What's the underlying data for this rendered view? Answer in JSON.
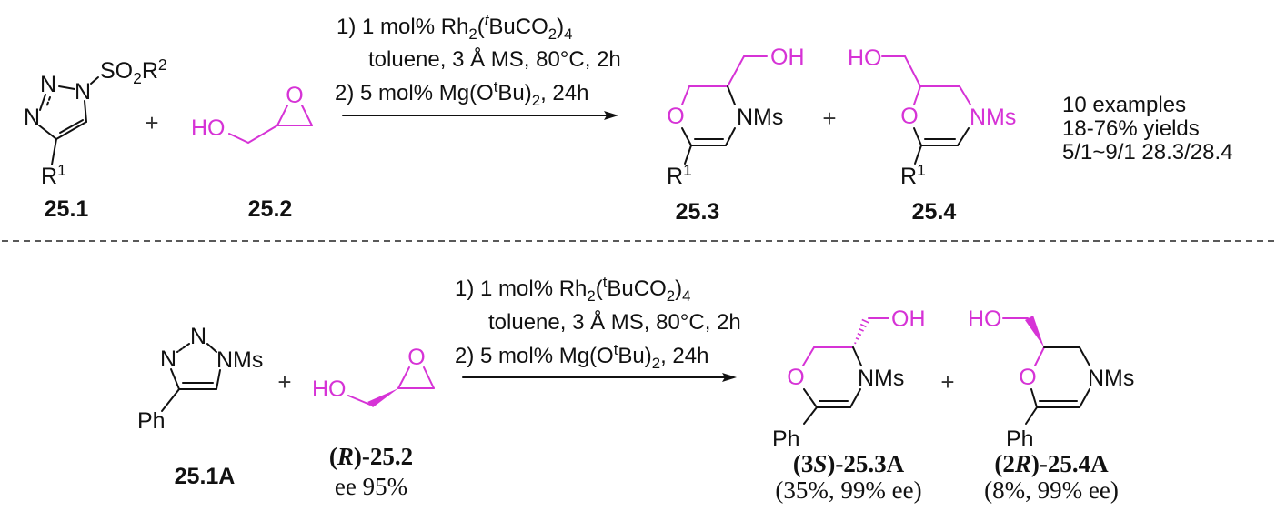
{
  "colors": {
    "highlight": "#d633d6",
    "ink": "#111111"
  },
  "plus": "+",
  "top_scheme": {
    "reactant1": {
      "substituent": [
        [
          "SO",
          ""
        ],
        [
          "2",
          "sub"
        ],
        [
          "R",
          ""
        ],
        [
          "2",
          "sup"
        ]
      ],
      "atoms": {
        "n": "N"
      },
      "r1": [
        [
          "R",
          ""
        ],
        [
          "1",
          "sup"
        ]
      ],
      "label": "25.1"
    },
    "reactant2": {
      "ho": "HO",
      "o": "O",
      "label": "25.2"
    },
    "conditions": {
      "line1": [
        [
          "1) 1 mol% Rh",
          ""
        ],
        [
          "2",
          "sub"
        ],
        [
          "(",
          ""
        ],
        [
          "t",
          "supi"
        ],
        [
          "BuCO",
          ""
        ],
        [
          "2",
          "sub"
        ],
        [
          ")",
          ""
        ],
        [
          "4",
          "sub"
        ]
      ],
      "line2": [
        [
          "toluene, 3 Å MS, 80°C, 2h",
          ""
        ]
      ],
      "line3": [
        [
          "2) 5 mol% Mg(O",
          ""
        ],
        [
          "t",
          "sup"
        ],
        [
          "Bu)",
          ""
        ],
        [
          "2",
          "sub"
        ],
        [
          ", 24h",
          ""
        ]
      ]
    },
    "product1": {
      "oh": "OH",
      "o": "O",
      "nms": "NMs",
      "r1": [
        [
          "R",
          ""
        ],
        [
          "1",
          "sup"
        ]
      ],
      "label": "25.3"
    },
    "product2": {
      "ho": "HO",
      "o": "O",
      "nms": "NMs",
      "r1": [
        [
          "R",
          ""
        ],
        [
          "1",
          "sup"
        ]
      ],
      "label": "25.4"
    },
    "summary": [
      "10 examples",
      "18-76% yields",
      "5/1~9/1 28.3/28.4"
    ]
  },
  "bottom_scheme": {
    "reactant1": {
      "n": "N",
      "nms": "NMs",
      "ph": "Ph",
      "label": "25.1A"
    },
    "reactant2": {
      "ho": "HO",
      "o": "O",
      "label": [
        [
          "(",
          ""
        ],
        [
          "R",
          "i"
        ],
        [
          ")-25.2",
          ""
        ]
      ],
      "ee": "ee 95%"
    },
    "conditions": {
      "line1": [
        [
          "1) 1 mol% Rh",
          ""
        ],
        [
          "2",
          "sub"
        ],
        [
          "(",
          ""
        ],
        [
          "t",
          "sup"
        ],
        [
          "BuCO",
          ""
        ],
        [
          "2",
          "sub"
        ],
        [
          ")",
          ""
        ],
        [
          "4",
          "sub"
        ]
      ],
      "line2": [
        [
          "toluene, 3 Å MS, 80°C, 2h",
          ""
        ]
      ],
      "line3": [
        [
          "2) 5 mol% Mg(O",
          ""
        ],
        [
          "t",
          "sup"
        ],
        [
          "Bu)",
          ""
        ],
        [
          "2",
          "sub"
        ],
        [
          ", 24h",
          ""
        ]
      ]
    },
    "product1": {
      "oh": "OH",
      "o": "O",
      "nms": "NMs",
      "ph": "Ph",
      "label": [
        [
          "(3",
          ""
        ],
        [
          "S",
          "i"
        ],
        [
          ")-25.3A",
          ""
        ]
      ],
      "yield": "(35%, 99% ee)"
    },
    "product2": {
      "ho": "HO",
      "o": "O",
      "nms": "NMs",
      "ph": "Ph",
      "label": [
        [
          "(2",
          ""
        ],
        [
          "R",
          "i"
        ],
        [
          ")-25.4A",
          ""
        ]
      ],
      "yield": "(8%, 99% ee)"
    }
  }
}
